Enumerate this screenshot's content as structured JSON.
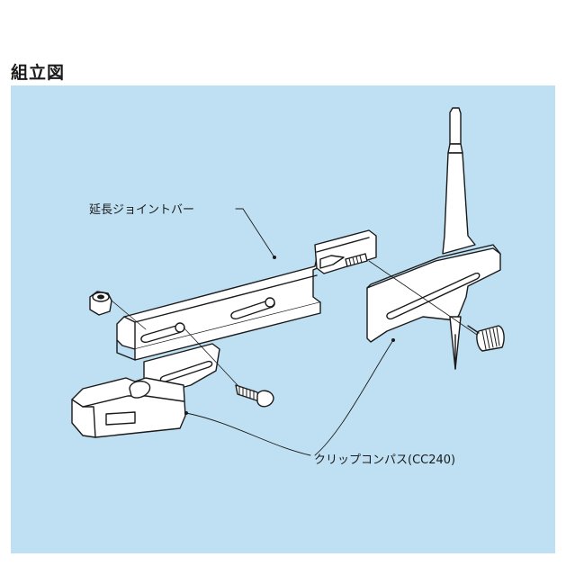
{
  "title": "組立図",
  "labels": {
    "extension_bar": "延長ジョイントバー",
    "clip_compass": "クリップコンパス(CC240)"
  },
  "colors": {
    "panel_background": "#bfe0f2",
    "part_fill": "#ffffff",
    "line": "#1a1a1a"
  }
}
